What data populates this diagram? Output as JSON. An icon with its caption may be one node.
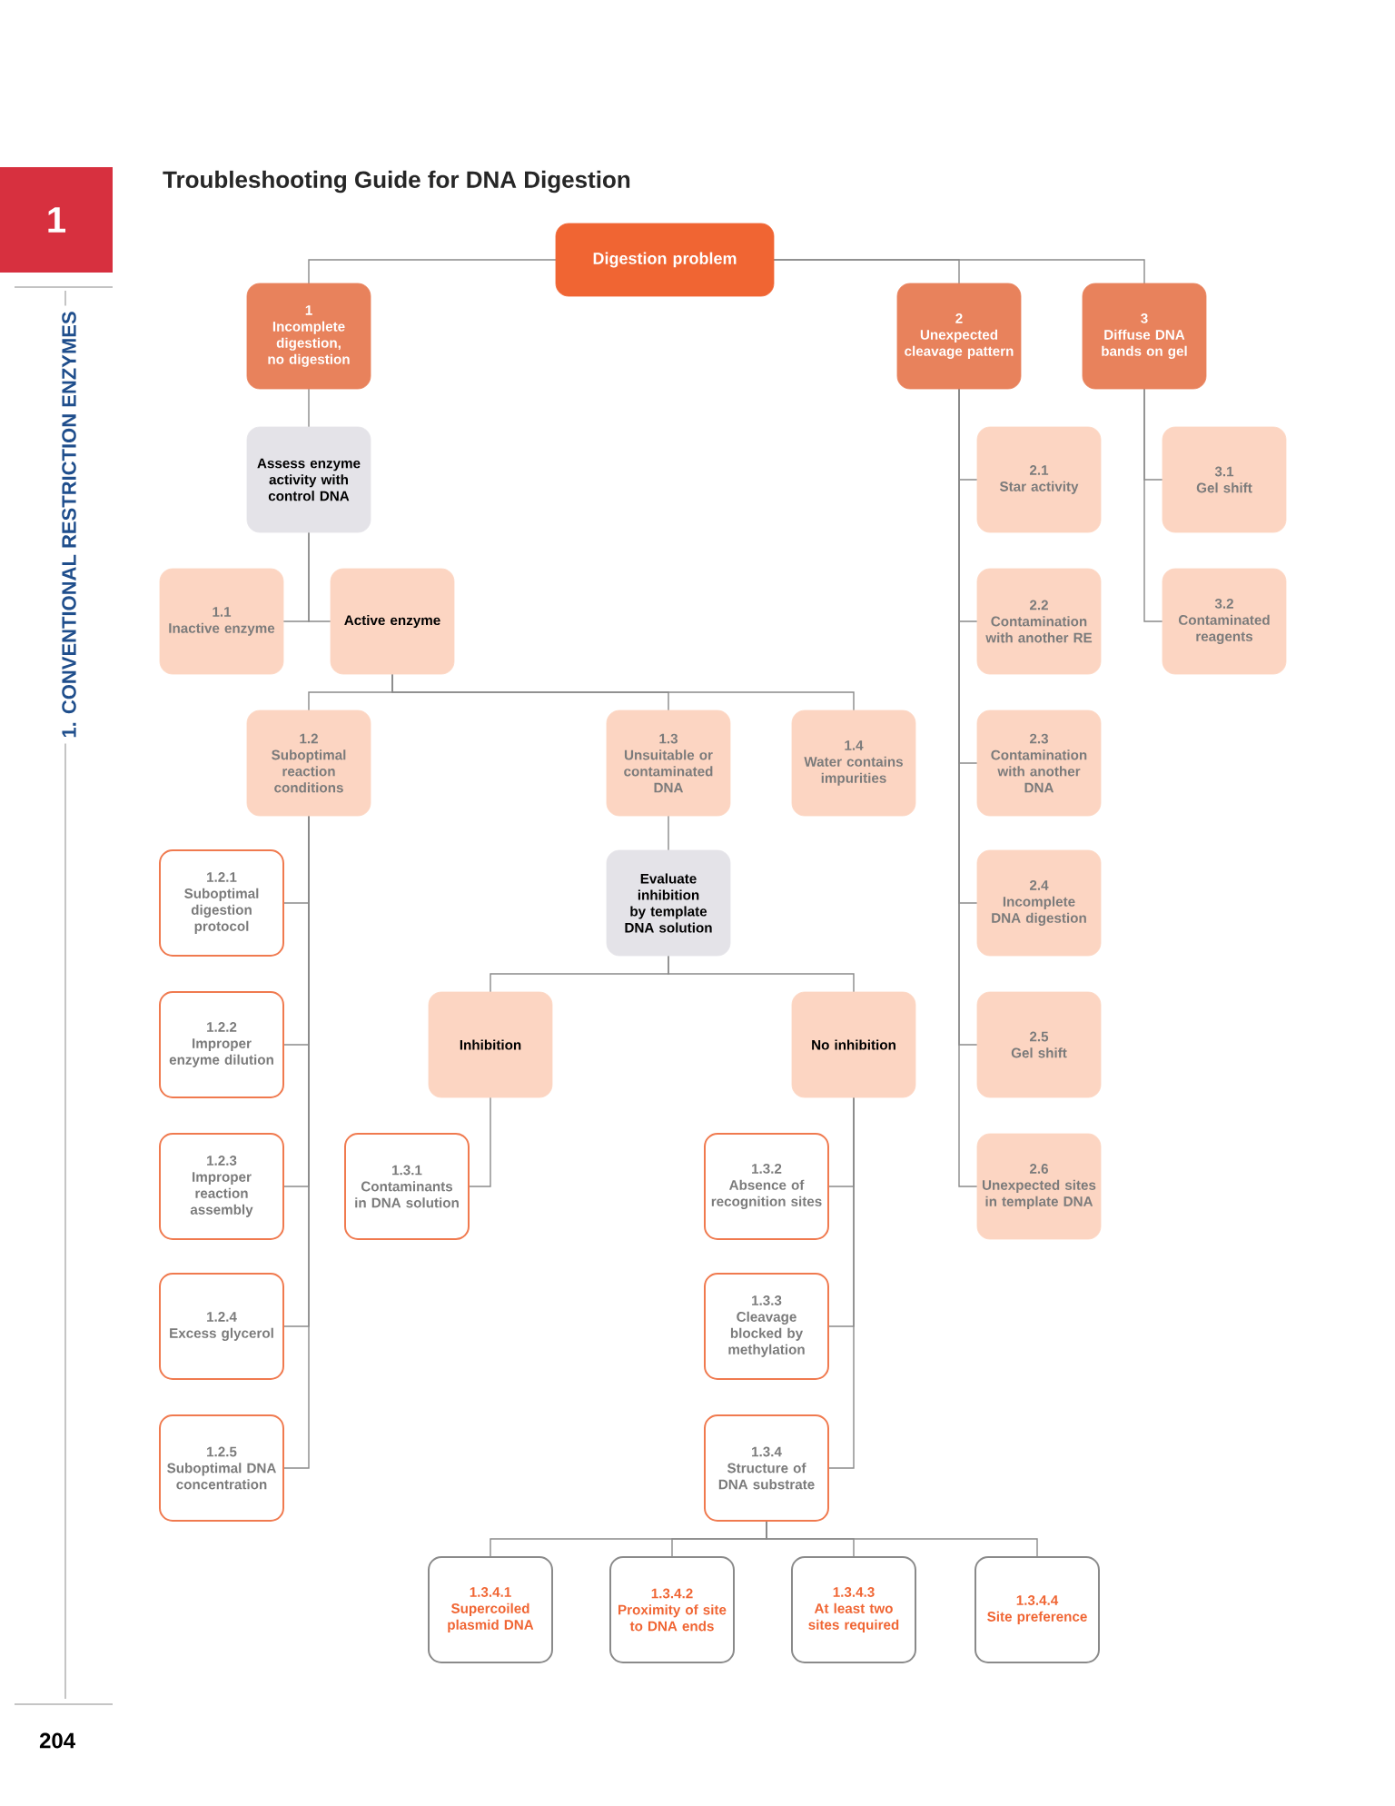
{
  "diagram": {
    "title": "Troubleshooting Guide for DNA Digestion",
    "nodes": [
      {
        "text": [
          "Digestion problem"
        ]
      },
      {
        "text": [
          "1",
          "Incomplete digestion, no digestion"
        ]
      },
      {
        "text": [
          "2",
          "Unexpected cleavage pattern"
        ]
      },
      {
        "text": [
          "3",
          "Diffuse DNA bands on gel"
        ]
      },
      {
        "text": [
          "Assess enzyme activity with control DNA"
        ]
      },
      {
        "text": [
          "1.1",
          "Inactive enzyme"
        ]
      },
      {
        "text": [
          "Active enzyme"
        ]
      },
      {
        "text": [
          "2.1",
          "Star activity"
        ]
      },
      {
        "text": [
          "3.1",
          "Gel shift"
        ]
      },
      {
        "text": [
          "2.2",
          "Contamination with another RE"
        ]
      },
      {
        "text": [
          "3.2",
          "Contaminated reagents"
        ]
      },
      {
        "text": [
          "1.2",
          "Suboptimal reaction conditions"
        ]
      },
      {
        "text": [
          "1.3",
          "Unsuitable or contaminated DNA"
        ]
      },
      {
        "text": [
          "1.4",
          "Water contains impurities"
        ]
      },
      {
        "text": [
          "2.3",
          "Contamination with another DNA"
        ]
      },
      {
        "text": [
          "1.2.1",
          "Suboptimal digestion protocol"
        ]
      },
      {
        "text": [
          "Evaluate inhibition by template DNA solution"
        ]
      },
      {
        "text": [
          "2.4",
          "Incomplete DNA digestion"
        ]
      },
      {
        "text": [
          "1.2.2",
          "Improper enzyme dilution"
        ]
      },
      {
        "text": [
          "Inhibition"
        ]
      },
      {
        "text": [
          "No inhibition"
        ]
      },
      {
        "text": [
          "2.5",
          "Gel shift"
        ]
      },
      {
        "text": [
          "1.2.3",
          "Improper reaction assembly"
        ]
      },
      {
        "text": [
          "1.3.1",
          "Contaminants in DNA solution"
        ]
      },
      {
        "text": [
          "1.3.2",
          "Absence of recognition sites"
        ]
      },
      {
        "text": [
          "2.6",
          "Unexpected sites in template DNA"
        ]
      },
      {
        "text": [
          "1.2.4",
          "Excess glycerol"
        ]
      },
      {
        "text": [
          "1.3.3",
          "Cleavage blocked by methylation"
        ]
      },
      {
        "text": [
          "1.2.5",
          "Suboptimal DNA concentration"
        ]
      },
      {
        "text": [
          "1.3.4",
          "Structure of DNA substrate"
        ]
      },
      {
        "text": [
          "1.3.4.1",
          "Supercoiled plasmid DNA"
        ]
      },
      {
        "text": [
          "1.3.4.2",
          "Proximity of site to DNA ends"
        ]
      },
      {
        "text": [
          "1.3.4.3",
          "At least two sites required"
        ]
      },
      {
        "text": [
          "1.3.4.4",
          "Site preference"
        ]
      }
    ],
    "edges": [
      {
        "from": 0,
        "to": 1,
        "arrow": "none"
      },
      {
        "from": 0,
        "to": 2,
        "arrow": "none"
      },
      {
        "from": 0,
        "to": 3,
        "arrow": "none"
      },
      {
        "from": 1,
        "to": 4,
        "arrow": "none"
      },
      {
        "from": 4,
        "to": 5,
        "arrow": "none"
      },
      {
        "from": 4,
        "to": 6,
        "arrow": "none"
      },
      {
        "from": 6,
        "to": 11,
        "arrow": "none"
      },
      {
        "from": 6,
        "to": 12,
        "arrow": "none"
      },
      {
        "from": 6,
        "to": 13,
        "arrow": "none"
      },
      {
        "from": 2,
        "to": 7,
        "arrow": "none"
      },
      {
        "from": 2,
        "to": 9,
        "arrow": "none"
      },
      {
        "from": 2,
        "to": 14,
        "arrow": "none"
      },
      {
        "from": 2,
        "to": 17,
        "arrow": "none"
      },
      {
        "from": 2,
        "to": 21,
        "arrow": "none"
      },
      {
        "from": 2,
        "to": 25,
        "arrow": "none"
      },
      {
        "from": 3,
        "to": 8,
        "arrow": "none"
      },
      {
        "from": 3,
        "to": 10,
        "arrow": "none"
      },
      {
        "from": 11,
        "to": 15,
        "arrow": "none"
      },
      {
        "from": 11,
        "to": 18,
        "arrow": "none"
      },
      {
        "from": 11,
        "to": 22,
        "arrow": "none"
      },
      {
        "from": 11,
        "to": 26,
        "arrow": "none"
      },
      {
        "from": 11,
        "to": 28,
        "arrow": "none"
      },
      {
        "from": 12,
        "to": 16,
        "arrow": "none"
      },
      {
        "from": 16,
        "to": 19,
        "arrow": "none"
      },
      {
        "from": 16,
        "to": 20,
        "arrow": "none"
      },
      {
        "from": 19,
        "to": 23,
        "arrow": "none"
      },
      {
        "from": 20,
        "to": 24,
        "arrow": "none"
      },
      {
        "from": 20,
        "to": 27,
        "arrow": "none"
      },
      {
        "from": 20,
        "to": 29,
        "arrow": "none"
      },
      {
        "from": 29,
        "to": 30,
        "arrow": "none"
      },
      {
        "from": 29,
        "to": 31,
        "arrow": "none"
      },
      {
        "from": 29,
        "to": 32,
        "arrow": "none"
      },
      {
        "from": 29,
        "to": 33,
        "arrow": "none"
      }
    ],
    "labels": [
      "1",
      "1. CONVENTIONAL RESTRICTION ENZYMES",
      "204"
    ]
  }
}
